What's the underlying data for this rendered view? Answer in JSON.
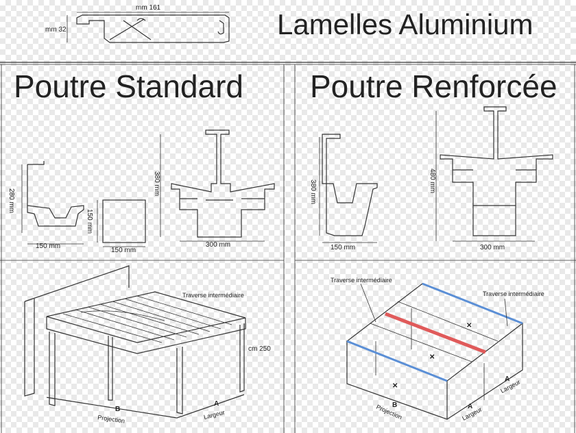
{
  "title": "Lamelles Aluminium",
  "lamella": {
    "width": "mm 161",
    "height": "mm 32"
  },
  "standard": {
    "title": "Poutre Standard",
    "profile1": {
      "height": "280 mm",
      "width": "150 mm"
    },
    "profile2": {
      "height": "150 mm",
      "width": "150 mm"
    },
    "profile3": {
      "height": "380 mm",
      "width": "300 mm"
    },
    "traverse": "Traverse intermédiaire",
    "height_label": "cm 250",
    "b_label": "B",
    "b_sub": "Projection",
    "a_label": "A",
    "a_sub": "Largeur"
  },
  "reinforced": {
    "title": "Poutre Renforcée",
    "profile1": {
      "height": "380 mm",
      "width": "150 mm"
    },
    "profile2": {
      "height": "480 mm",
      "width": "300 mm"
    },
    "traverse_left": "Traverse intermédiaire",
    "traverse_right": "Traverse intermédiaire",
    "b_label": "B",
    "b_sub": "Projection",
    "a1_label": "A",
    "a1_sub": "Largeur",
    "a2_label": "A",
    "a2_sub": "Largeur"
  },
  "colors": {
    "red_beam": "#e05a5a",
    "blue_beam": "#5b8fd6"
  }
}
